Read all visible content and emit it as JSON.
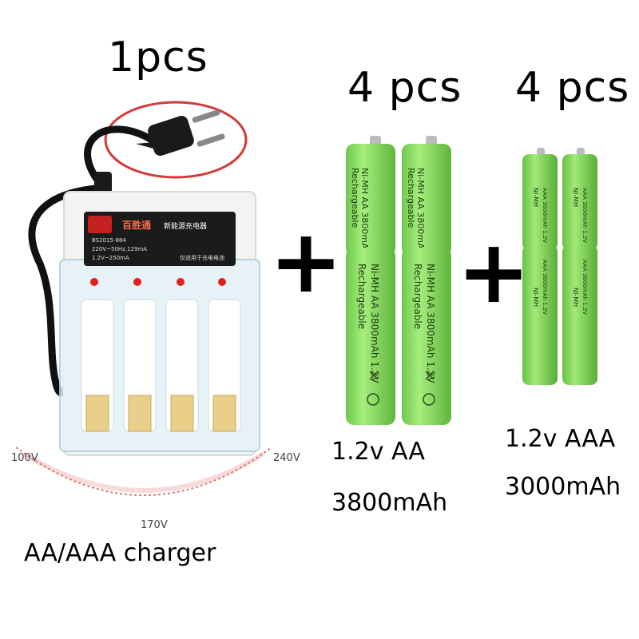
{
  "charger": {
    "qty_label": "1pcs",
    "caption": "AA/AAA  charger",
    "voltage_left": "100V",
    "voltage_right": "240V",
    "voltage_bottom": "170V",
    "label_brand": "百胜通",
    "label_title": "新能源充电器",
    "label_model": "BS2015-884",
    "label_input": "220V~50Hz,129mA",
    "label_output": "1.2V~250mA",
    "label_note": "仅适用于充电电池"
  },
  "aa": {
    "qty_label": "4 pcs",
    "voltage": "1.2v  AA",
    "capacity": "3800mAh",
    "print_line1": "Ni-MH AA 3800mAh 1.2V",
    "print_line2": "Rechargeable",
    "color": "#8fe06a"
  },
  "aaa": {
    "qty_label": "4 pcs",
    "voltage": "1.2v  AAA",
    "capacity": "3000mAh",
    "print_line1": "NI-MH",
    "print_line2": "AAA 3000mAh 1.2V",
    "color": "#86d862"
  },
  "plus_sign": "+"
}
